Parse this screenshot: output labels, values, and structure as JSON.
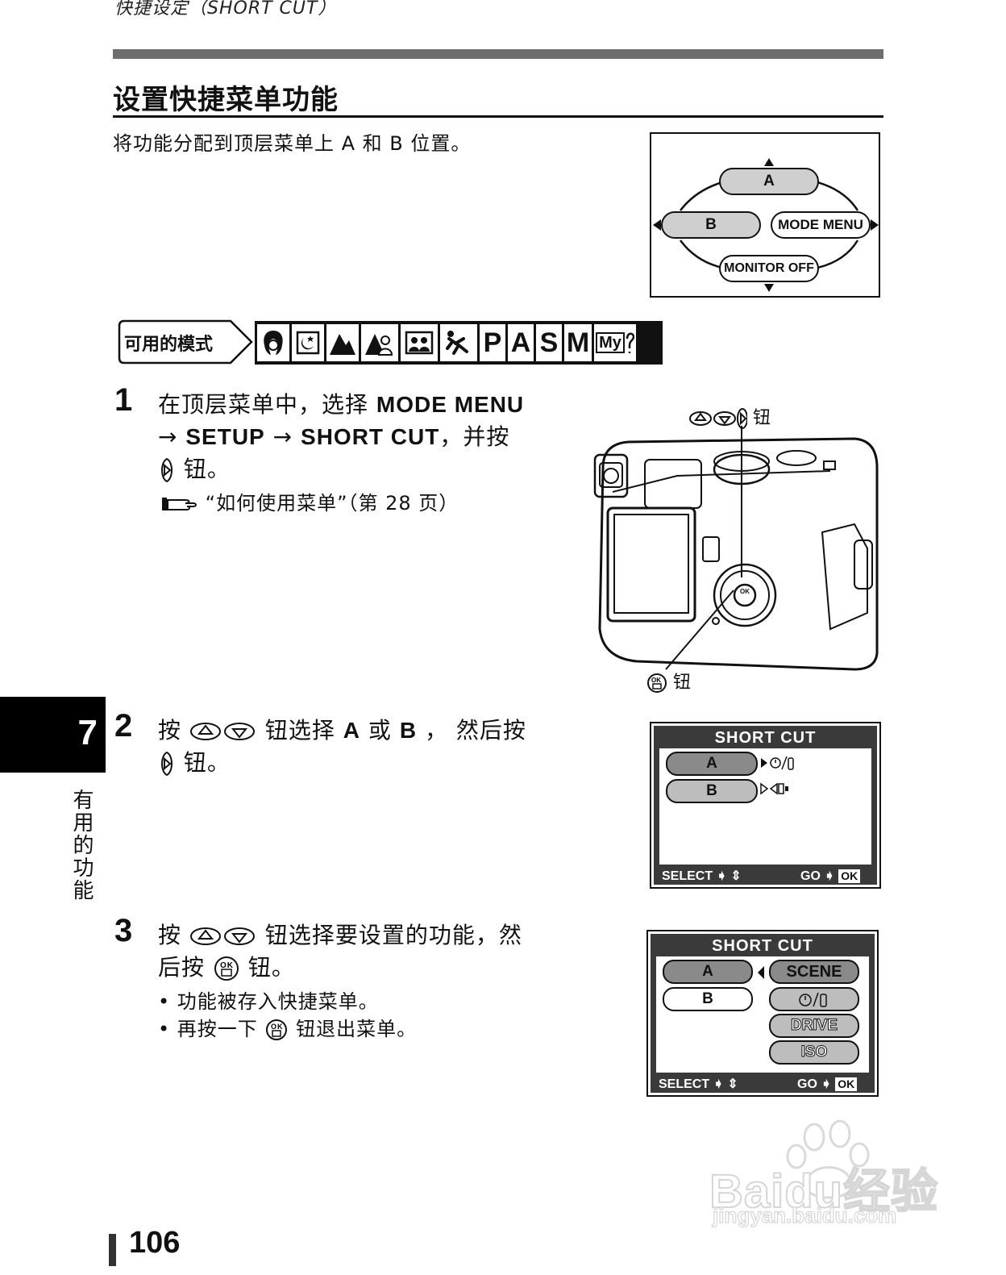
{
  "header": {
    "running_title": "快捷设定（SHORT CUT）"
  },
  "section": {
    "title": "设置快捷菜单功能",
    "intro": "将功能分配到顶层菜单上 A 和 B 位置。"
  },
  "top_menu": {
    "a": "A",
    "b": "B",
    "mode_menu": "MODE MENU",
    "monitor_off": "MONITOR OFF"
  },
  "modes": {
    "label": "可用的模式",
    "icons": [
      "portrait-icon",
      "night-scene-icon",
      "landscape-icon",
      "landscape-portrait-icon",
      "self-portrait-icon",
      "sports-icon"
    ],
    "letters": [
      "P",
      "A",
      "S",
      "M"
    ],
    "my_mode": "My"
  },
  "steps": [
    {
      "number": "1",
      "line1": "在顶层菜单中，选择",
      "line1_bold": "MODE MENU",
      "line2_a": "→",
      "line2_bold1": "SETUP",
      "line2_b": "→",
      "line2_bold2": "SHORT CUT",
      "line2_c": "，并按",
      "line3": "钮。",
      "ref": "“如何使用菜单”（第 28 页）"
    },
    {
      "number": "2",
      "line1_a": "按",
      "line1_b": "钮选择",
      "line1_bold1": "A",
      "line1_c": "或",
      "line1_bold2": "B",
      "line1_d": "，",
      "line1_e": "然后按",
      "line2": "钮。"
    },
    {
      "number": "3",
      "line1_a": "按",
      "line1_b": "钮选择要设置的功能，然",
      "line2_a": "后按",
      "line2_b": "钮。",
      "bullets": [
        "功能被存入快捷菜单。",
        "再按一下",
        "钮退出菜单。"
      ]
    }
  ],
  "camera": {
    "arrow_label": "钮",
    "ok_label": "钮",
    "ok_text": "OK"
  },
  "lcd1": {
    "title": "SHORT CUT",
    "row_a": "A",
    "row_b": "B",
    "footer_select": "SELECT",
    "footer_go": "GO",
    "footer_ok": "OK"
  },
  "lcd2": {
    "title": "SHORT CUT",
    "row_a": "A",
    "row_b": "B",
    "options": [
      "SCENE",
      "DRIVE",
      "ISO"
    ],
    "footer_select": "SELECT",
    "footer_go": "GO",
    "footer_ok": "OK"
  },
  "chapter": {
    "number": "7",
    "label": "有用的功能"
  },
  "page": {
    "number": "106"
  },
  "watermark": {
    "brand": "Baidu经验",
    "url": "jingyan.baidu.com"
  }
}
